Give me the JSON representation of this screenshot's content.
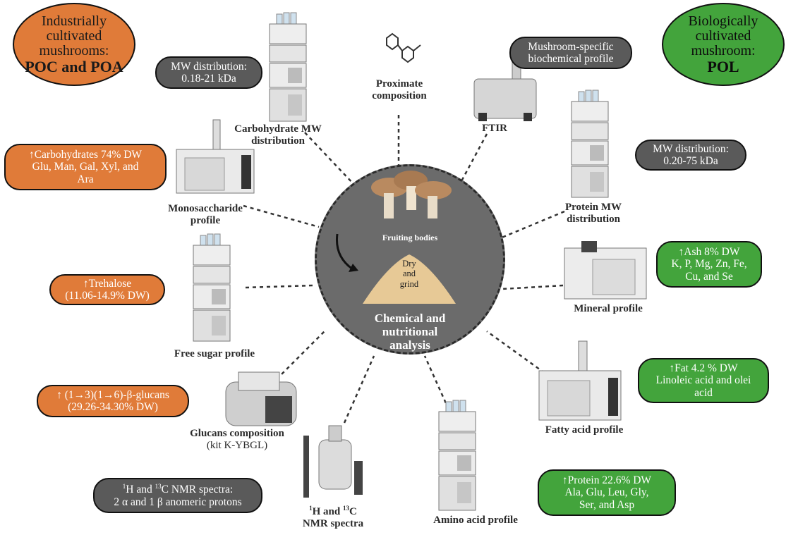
{
  "top_left_group": {
    "line1": "Industrially",
    "line2": "cultivated",
    "line3": "mushrooms:",
    "line4": "POC and POA",
    "color": "#e07b39"
  },
  "top_right_group": {
    "line1": "Biologically",
    "line2": "cultivated",
    "line3": "mushroom:",
    "line4": "POL",
    "color": "#43a43c"
  },
  "center": {
    "fruiting": "Fruiting bodies",
    "dry1": "Dry",
    "dry2": "and",
    "dry3": "grind",
    "title1": "Chemical and",
    "title2": "nutritional",
    "title3": "analysis"
  },
  "labels": {
    "carb_mw_1": "Carbohydrate MW",
    "carb_mw_2": "distribution",
    "proximate_1": "Proximate",
    "proximate_2": "composition",
    "ftir": "FTIR",
    "mono_1": "Monosaccharide",
    "mono_2": "profile",
    "protein_mw_1": "Protein MW",
    "protein_mw_2": "distribution",
    "free_sugar": "Free sugar profile",
    "mineral": "Mineral profile",
    "glucans_1": "Glucans composition",
    "glucans_2": "(kit K-YBGL)",
    "fatty": "Fatty acid profile",
    "nmr_1": "H and",
    "nmr_2": "C",
    "nmr_3": "NMR spectra",
    "amino": "Amino acid profile"
  },
  "pills": {
    "mw_carb": {
      "l1": "MW distribution:",
      "l2": "0.18-21 kDa"
    },
    "biochem": {
      "l1": "Mushroom-specific",
      "l2": "biochemical profile"
    },
    "mw_protein": {
      "l1": "MW distribution:",
      "l2": "0.20-75 kDa"
    },
    "carbohydrates": {
      "l1": "↑Carbohydrates 74% DW",
      "l2": "Glu, Man, Gal, Xyl, and",
      "l3": "Ara"
    },
    "trehalose": {
      "l1": "↑Trehalose",
      "l2": "(11.06-14.9% DW)"
    },
    "glucans": {
      "l1": "↑ (1→3)(1→6)-β-glucans",
      "l2": "(29.26-34.30% DW)"
    },
    "nmr": {
      "l1a": "H and ",
      "l1b": "C NMR spectra:",
      "l2": "2 α and 1 β anomeric protons"
    },
    "ash": {
      "l1": "↑Ash 8% DW",
      "l2": "K, P, Mg, Zn, Fe,",
      "l3": "Cu, and Se"
    },
    "fat": {
      "l1": "↑Fat 4.2 % DW",
      "l2": "Linoleic acid and olei",
      "l3": "acid"
    },
    "protein": {
      "l1": "↑Protein 22.6% DW",
      "l2": "Ala, Glu, Leu, Gly,",
      "l3": "Ser, and Asp"
    }
  },
  "superscripts": {
    "h1": "1",
    "c13": "13"
  },
  "colors": {
    "gray_pill": "#5a5a5a",
    "orange": "#e07b39",
    "green": "#43a43c",
    "center": "#6b6b6b"
  }
}
